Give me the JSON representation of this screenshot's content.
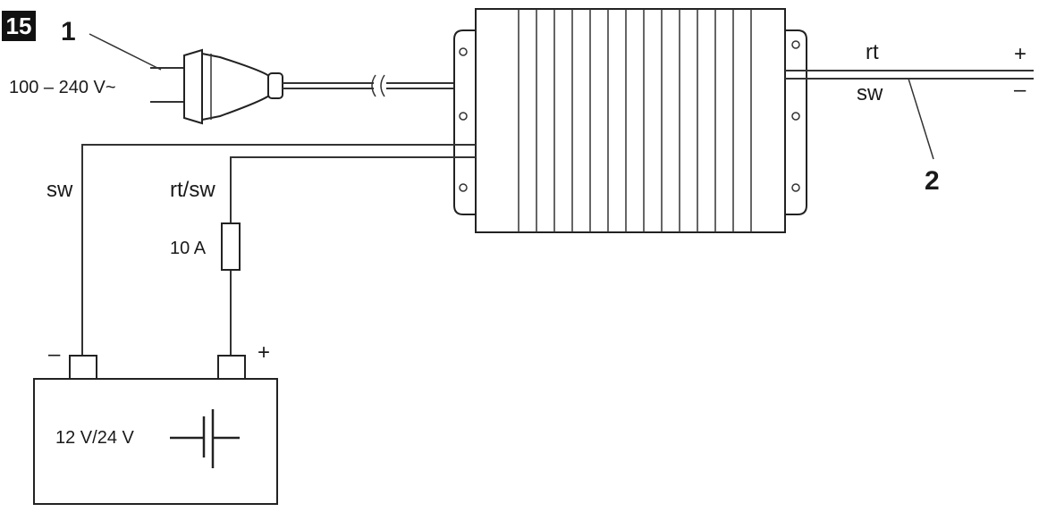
{
  "figure_number": "15",
  "callouts": {
    "c1": "1",
    "c2": "2"
  },
  "labels": {
    "mains_voltage": "100 – 240 V~",
    "output_red": "rt",
    "output_black": "sw",
    "output_plus": "+",
    "output_minus": "–",
    "battery_neg_wire": "sw",
    "battery_pos_wire": "rt/sw",
    "fuse_rating": "10 A",
    "battery_minus": "–",
    "battery_plus": "+",
    "battery_voltage": "12 V/24 V"
  }
}
